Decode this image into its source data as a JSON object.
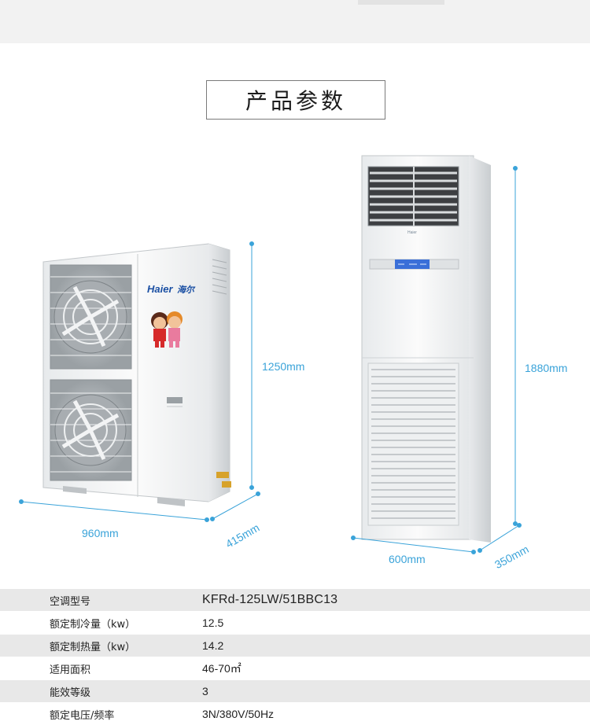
{
  "title": "产品参数",
  "outdoor_unit": {
    "brand": "Haier",
    "brand_cn": "海尔",
    "height": "1250mm",
    "width": "960mm",
    "depth": "415mm"
  },
  "indoor_unit": {
    "height": "1880mm",
    "width": "600mm",
    "depth": "350mm"
  },
  "specs": [
    {
      "label": "空调型号",
      "value": "KFRd-125LW/51BBC13"
    },
    {
      "label": "额定制冷量（kw）",
      "value": "12.5"
    },
    {
      "label": "额定制热量（kw）",
      "value": "14.2"
    },
    {
      "label": "适用面积",
      "value": "46-70㎡"
    },
    {
      "label": "能效等级",
      "value": "3"
    },
    {
      "label": "额定电压/频率",
      "value": "3N/380V/50Hz"
    }
  ],
  "colors": {
    "dimension": "#3aa3d9",
    "row_shade": "#e8e8e8",
    "panel": "#f2f2f2",
    "display": "#3a6fd8"
  }
}
